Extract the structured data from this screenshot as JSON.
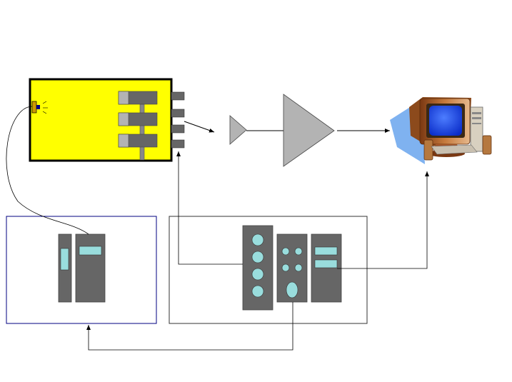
{
  "diagram": {
    "components": [
      {
        "id": "sensor-board",
        "kind": "device",
        "fill": "#ffff00",
        "connector_pins": 4,
        "sliders": 3
      },
      {
        "id": "preamplifier",
        "kind": "triangle-amplifier",
        "fill": "#b3b3b3"
      },
      {
        "id": "main-amplifier",
        "kind": "triangle-amplifier",
        "fill": "#b3b3b3"
      },
      {
        "id": "computer",
        "kind": "computer-icon"
      },
      {
        "id": "left-module-group",
        "kind": "rack-group",
        "modules": 2
      },
      {
        "id": "right-module-group",
        "kind": "rack-group",
        "modules": 3
      }
    ],
    "colors": {
      "board": "#ffff00",
      "module": "#666666",
      "indicator": "#99dddd",
      "amplifier": "#b3b3b3",
      "left_frame": "#000080",
      "line": "#000000"
    }
  }
}
